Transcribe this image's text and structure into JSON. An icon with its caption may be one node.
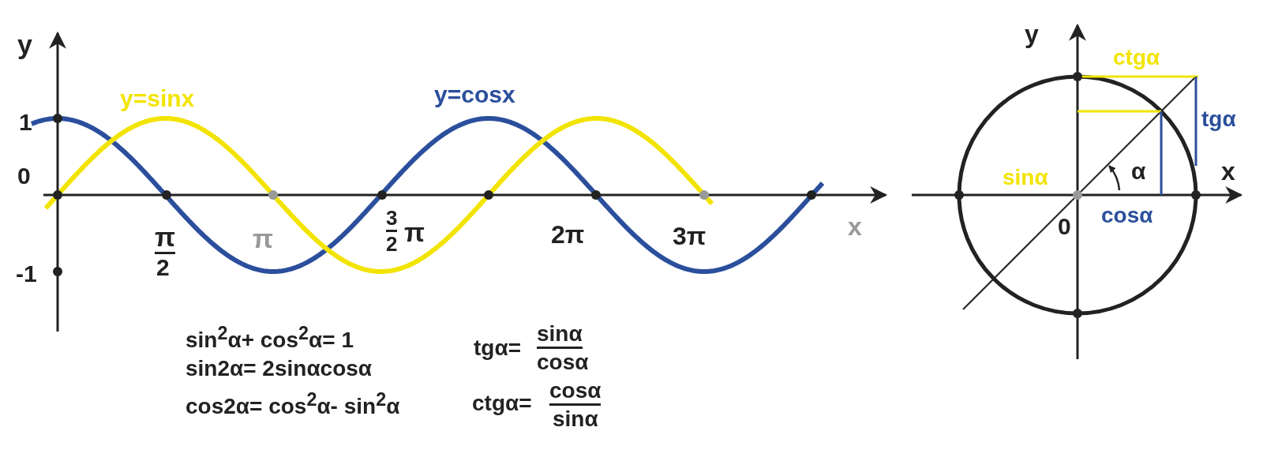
{
  "diagram": {
    "labels": [
      "y",
      "y=sinx",
      "y=cosx",
      "1",
      "0",
      "π",
      "2",
      "π",
      "3",
      "2",
      "π",
      "2π",
      "3π",
      "x",
      "-1",
      "sin$^{2}$α+ cos$^{2}$α= 1",
      "tgα=",
      "sinα",
      "cosα",
      "sin2α= 2sinαcosα",
      "cos2α= cos$^{2}$α- sin$^{2}$α",
      "ctgα=",
      "cosα",
      "sinα",
      "y",
      "ctgα",
      "tgα",
      "x",
      "α",
      "sinα",
      "cosα",
      "0"
    ]
  }
}
